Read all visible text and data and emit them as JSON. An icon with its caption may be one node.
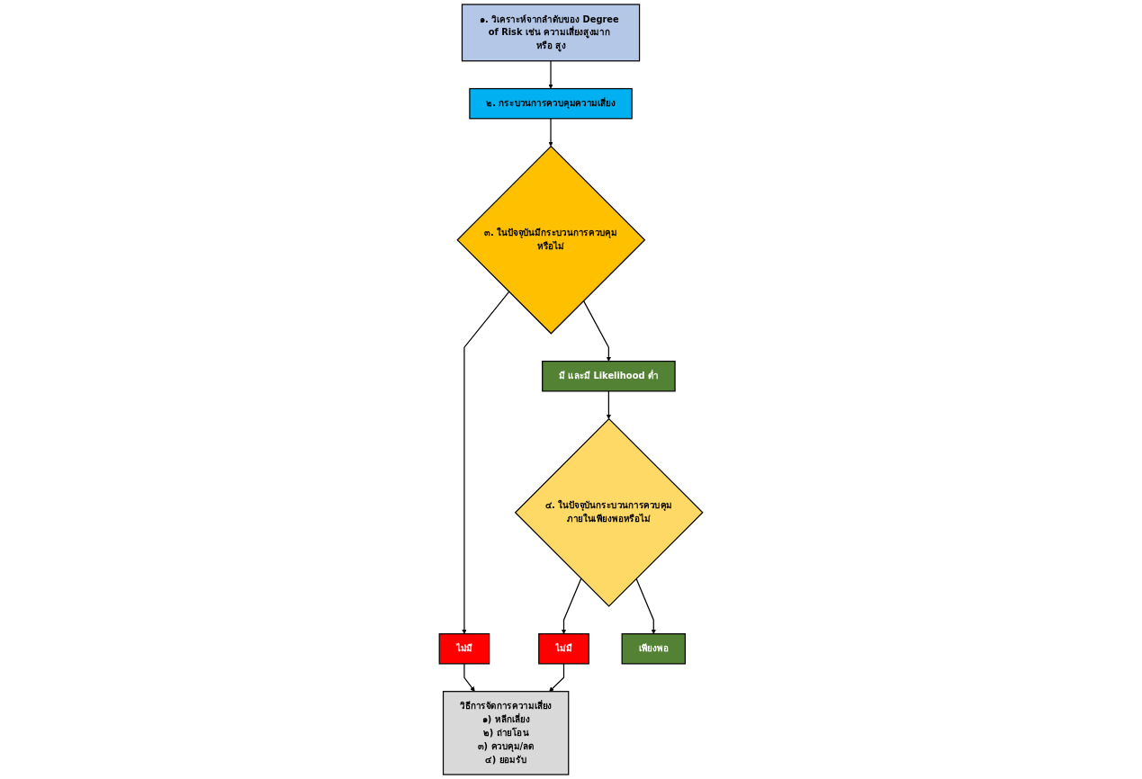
{
  "diagram": {
    "nodes": [
      {
        "text": [
          "๑. วิเคราะห์จากลำดับของ Degree of Risk เช่น ความเสี่ยงสูงมาก หรือ สูง"
        ]
      },
      {
        "text": [
          "๒. กระบวนการควบคุมความเสี่ยง"
        ]
      },
      {
        "text": [
          "๓. ในปัจจุบันมีกระบวนการควบคุมหรือไม่"
        ]
      },
      {
        "text": [
          "ไม่มี"
        ]
      },
      {
        "text": [
          "มี และมี Likelihood ต่ำ"
        ]
      },
      {
        "text": [
          "๔. ในปัจจุบันกระบวนการควบคุมภายในเพียงพอหรือไม่"
        ]
      },
      {
        "text": [
          "วิธีการจัดการความเสี่ยง",
          "๑) หลีกเลี่ยง",
          "๒) ถ่ายโอน",
          "๓) ควบคุม/ลด",
          "๔) ยอมรับ"
        ]
      },
      {
        "text": [
          "ไม่มี"
        ]
      },
      {
        "text": [
          "เพียงพอ"
        ]
      }
    ],
    "edges": [
      {
        "from": 0,
        "to": 1,
        "arrow": "to"
      },
      {
        "from": 1,
        "to": 2,
        "arrow": "to"
      },
      {
        "from": 2,
        "to": 3,
        "arrow": "to"
      },
      {
        "from": 2,
        "to": 4,
        "arrow": "to"
      },
      {
        "from": 4,
        "to": 5,
        "arrow": "to"
      },
      {
        "from": 3,
        "to": 6,
        "arrow": "to"
      },
      {
        "from": 5,
        "to": 7,
        "arrow": "to"
      },
      {
        "from": 5,
        "to": 8,
        "arrow": "to"
      },
      {
        "from": 7,
        "to": 6,
        "arrow": "to"
      }
    ]
  }
}
